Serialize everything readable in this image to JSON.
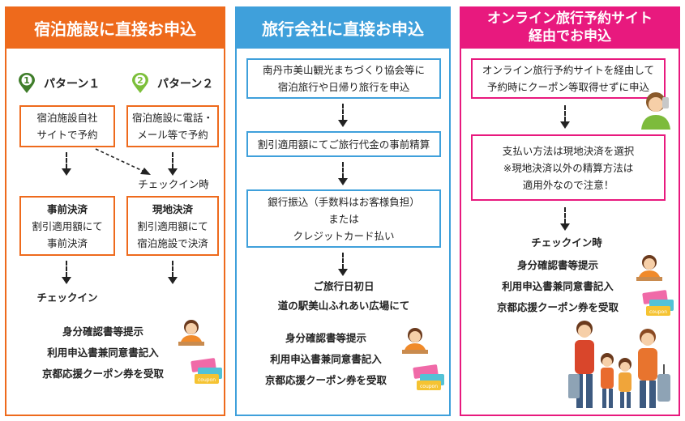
{
  "panel1": {
    "header": "宿泊施設に直接お申込",
    "pattern1": {
      "num": "1",
      "label": "パターン１"
    },
    "pattern2": {
      "num": "2",
      "label": "パターン２"
    },
    "box_site": [
      "宿泊施設自社",
      "サイトで予約"
    ],
    "box_phone": [
      "宿泊施設に電話・",
      "メール等で予約"
    ],
    "checkin_time": "チェックイン時",
    "box_prepay": [
      "事前決済",
      "割引適用額にて",
      "事前決済"
    ],
    "box_onsite": [
      "現地決済",
      "割引適用額にて",
      "宿泊施設で決済"
    ],
    "checkin": "チェックイン",
    "steps": [
      "身分確認書等提示",
      "利用申込書兼同意書記入",
      "京都応援クーポン券を受取"
    ]
  },
  "panel2": {
    "header": "旅行会社に直接お申込",
    "box1": [
      "南丹市美山観光まちづくり協会等に",
      "宿泊旅行や日帰り旅行を申込"
    ],
    "box2": [
      "割引適用額にてご旅行代金の事前精算"
    ],
    "box3": [
      "銀行振込（手数料はお客様負担）",
      "または",
      "クレジットカード払い"
    ],
    "day": [
      "ご旅行日初日",
      "道の駅美山ふれあい広場にて"
    ],
    "steps": [
      "身分確認書等提示",
      "利用申込書兼同意書記入",
      "京都応援クーポン券を受取"
    ]
  },
  "panel3": {
    "header": [
      "オンライン旅行予約サイト",
      "経由でお申込"
    ],
    "box1": [
      "オンライン旅行予約サイトを経由して",
      "予約時にクーポン等取得せずに申込"
    ],
    "box2": [
      "支払い方法は現地決済を選択",
      "※現地決済以外の精算方法は",
      "適用外なので注意！"
    ],
    "checkin_time": "チェックイン時",
    "steps": [
      "身分確認書等提示",
      "利用申込書兼同意書記入",
      "京都応援クーポン券を受取"
    ]
  },
  "coupon_text": "coupon",
  "colors": {
    "orange": "#ee6a1c",
    "blue": "#3fa0db",
    "pink": "#e8197e",
    "green": "#3f7d2a",
    "lightgreen": "#7cbf3a"
  }
}
